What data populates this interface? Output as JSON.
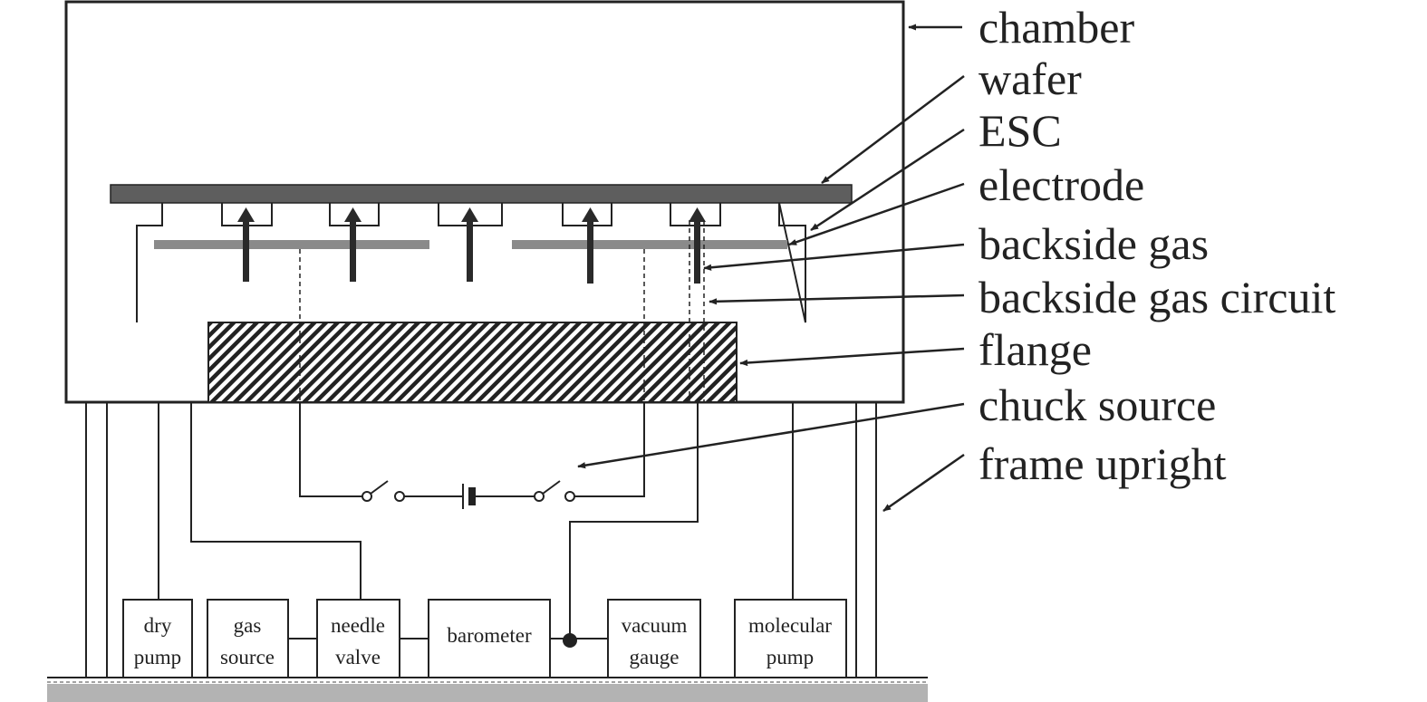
{
  "labels": {
    "chamber": "chamber",
    "wafer": "wafer",
    "esc": "ESC",
    "electrode": "electrode",
    "backside_gas": "backside gas",
    "backside_gas_circuit": "backside gas circuit",
    "flange": "flange",
    "chuck_source": "chuck source",
    "frame_upright": "frame upright"
  },
  "boxes": {
    "dry_pump": [
      "dry",
      "pump"
    ],
    "gas_source": [
      "gas",
      "source"
    ],
    "needle_valve": [
      "needle",
      "valve"
    ],
    "barometer": [
      "barometer"
    ],
    "vacuum_gauge": [
      "vacuum",
      "gauge"
    ],
    "molecular_pump": [
      "molecular",
      "pump"
    ]
  },
  "colors": {
    "line": "#222222",
    "wafer": "#5e5e5e",
    "electrode": "#8a8a8a",
    "floor": "#b3b3b3"
  }
}
